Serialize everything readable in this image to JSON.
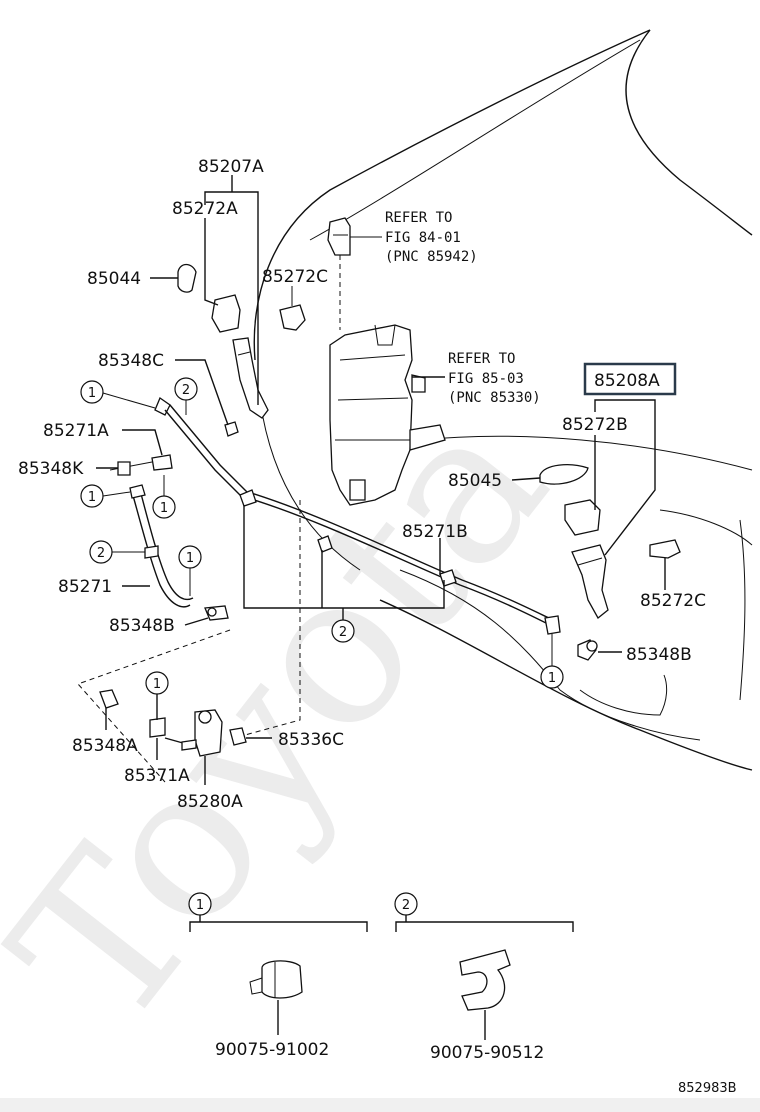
{
  "watermark": "Toyota",
  "diagram_code": "852983B",
  "parts": {
    "p85207A": "85207A",
    "p85272A": "85272A",
    "p85044": "85044",
    "p85272C_top": "85272C",
    "p85348C": "85348C",
    "p85271A": "85271A",
    "p85348K": "85348K",
    "p85271": "85271",
    "p85348B_left": "85348B",
    "p85348A": "85348A",
    "p85371A": "85371A",
    "p85280A": "85280A",
    "p85336C": "85336C",
    "p85271B": "85271B",
    "p85045": "85045",
    "p85208A": "85208A",
    "p85272B": "85272B",
    "p85272C_right": "85272C",
    "p85348B_right": "85348B",
    "p90075_91002": "90075-91002",
    "p90075_90512": "90075-90512"
  },
  "references": {
    "ref1": [
      "REFER TO",
      "FIG 84-01",
      "(PNC 85942)"
    ],
    "ref2": [
      "REFER TO",
      "FIG 85-03",
      "(PNC 85330)"
    ]
  },
  "callouts": {
    "one": "1",
    "two": "2"
  }
}
